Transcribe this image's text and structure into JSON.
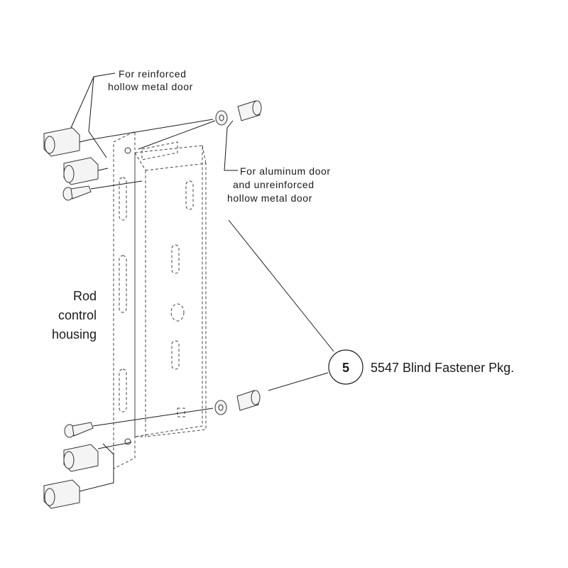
{
  "labels": {
    "reinforced_line1": "For reinforced",
    "reinforced_line2": "hollow metal door",
    "aluminum_line1": "For aluminum door",
    "aluminum_line2": "and unreinforced",
    "aluminum_line3": "hollow metal door",
    "housing_line1": "Rod",
    "housing_line2": "control",
    "housing_line3": "housing",
    "callout_number": "5",
    "callout_text": "5547 Blind Fastener Pkg."
  }
}
